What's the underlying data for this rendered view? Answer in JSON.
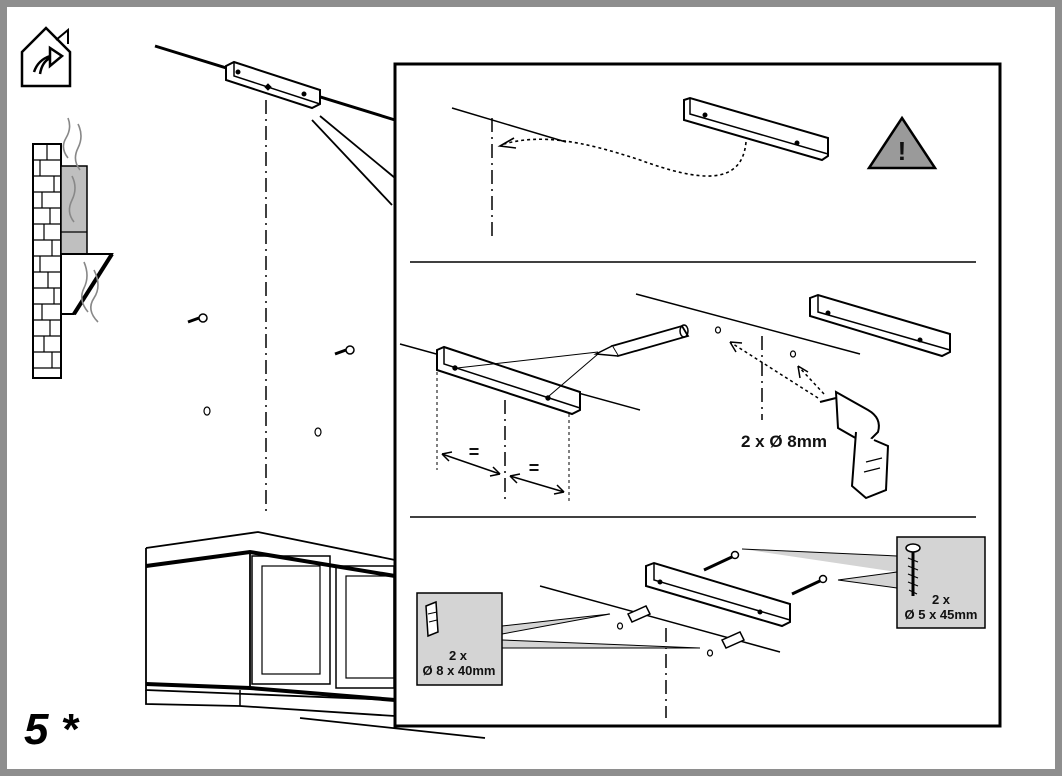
{
  "step": {
    "number": "5",
    "marker": "*"
  },
  "icons": {
    "exhaust_mode": "house-outlet-icon",
    "warning": "warning-triangle-icon",
    "warning_symbol": "!"
  },
  "panel_drill": {
    "hole_spec": "2 x Ø 8mm",
    "equal_mark": "="
  },
  "panel_fix": {
    "plug_count": "2 x",
    "plug_spec": "Ø 8 x 40mm",
    "screw_count": "2 x",
    "screw_spec": "Ø 5 x 45mm"
  },
  "colors": {
    "frame": "#8e8e8e",
    "callout_fill": "#d4d4d4",
    "wall_shade": "#bfbfbf",
    "warning_fill": "#9a9a9a",
    "line": "#000000"
  }
}
